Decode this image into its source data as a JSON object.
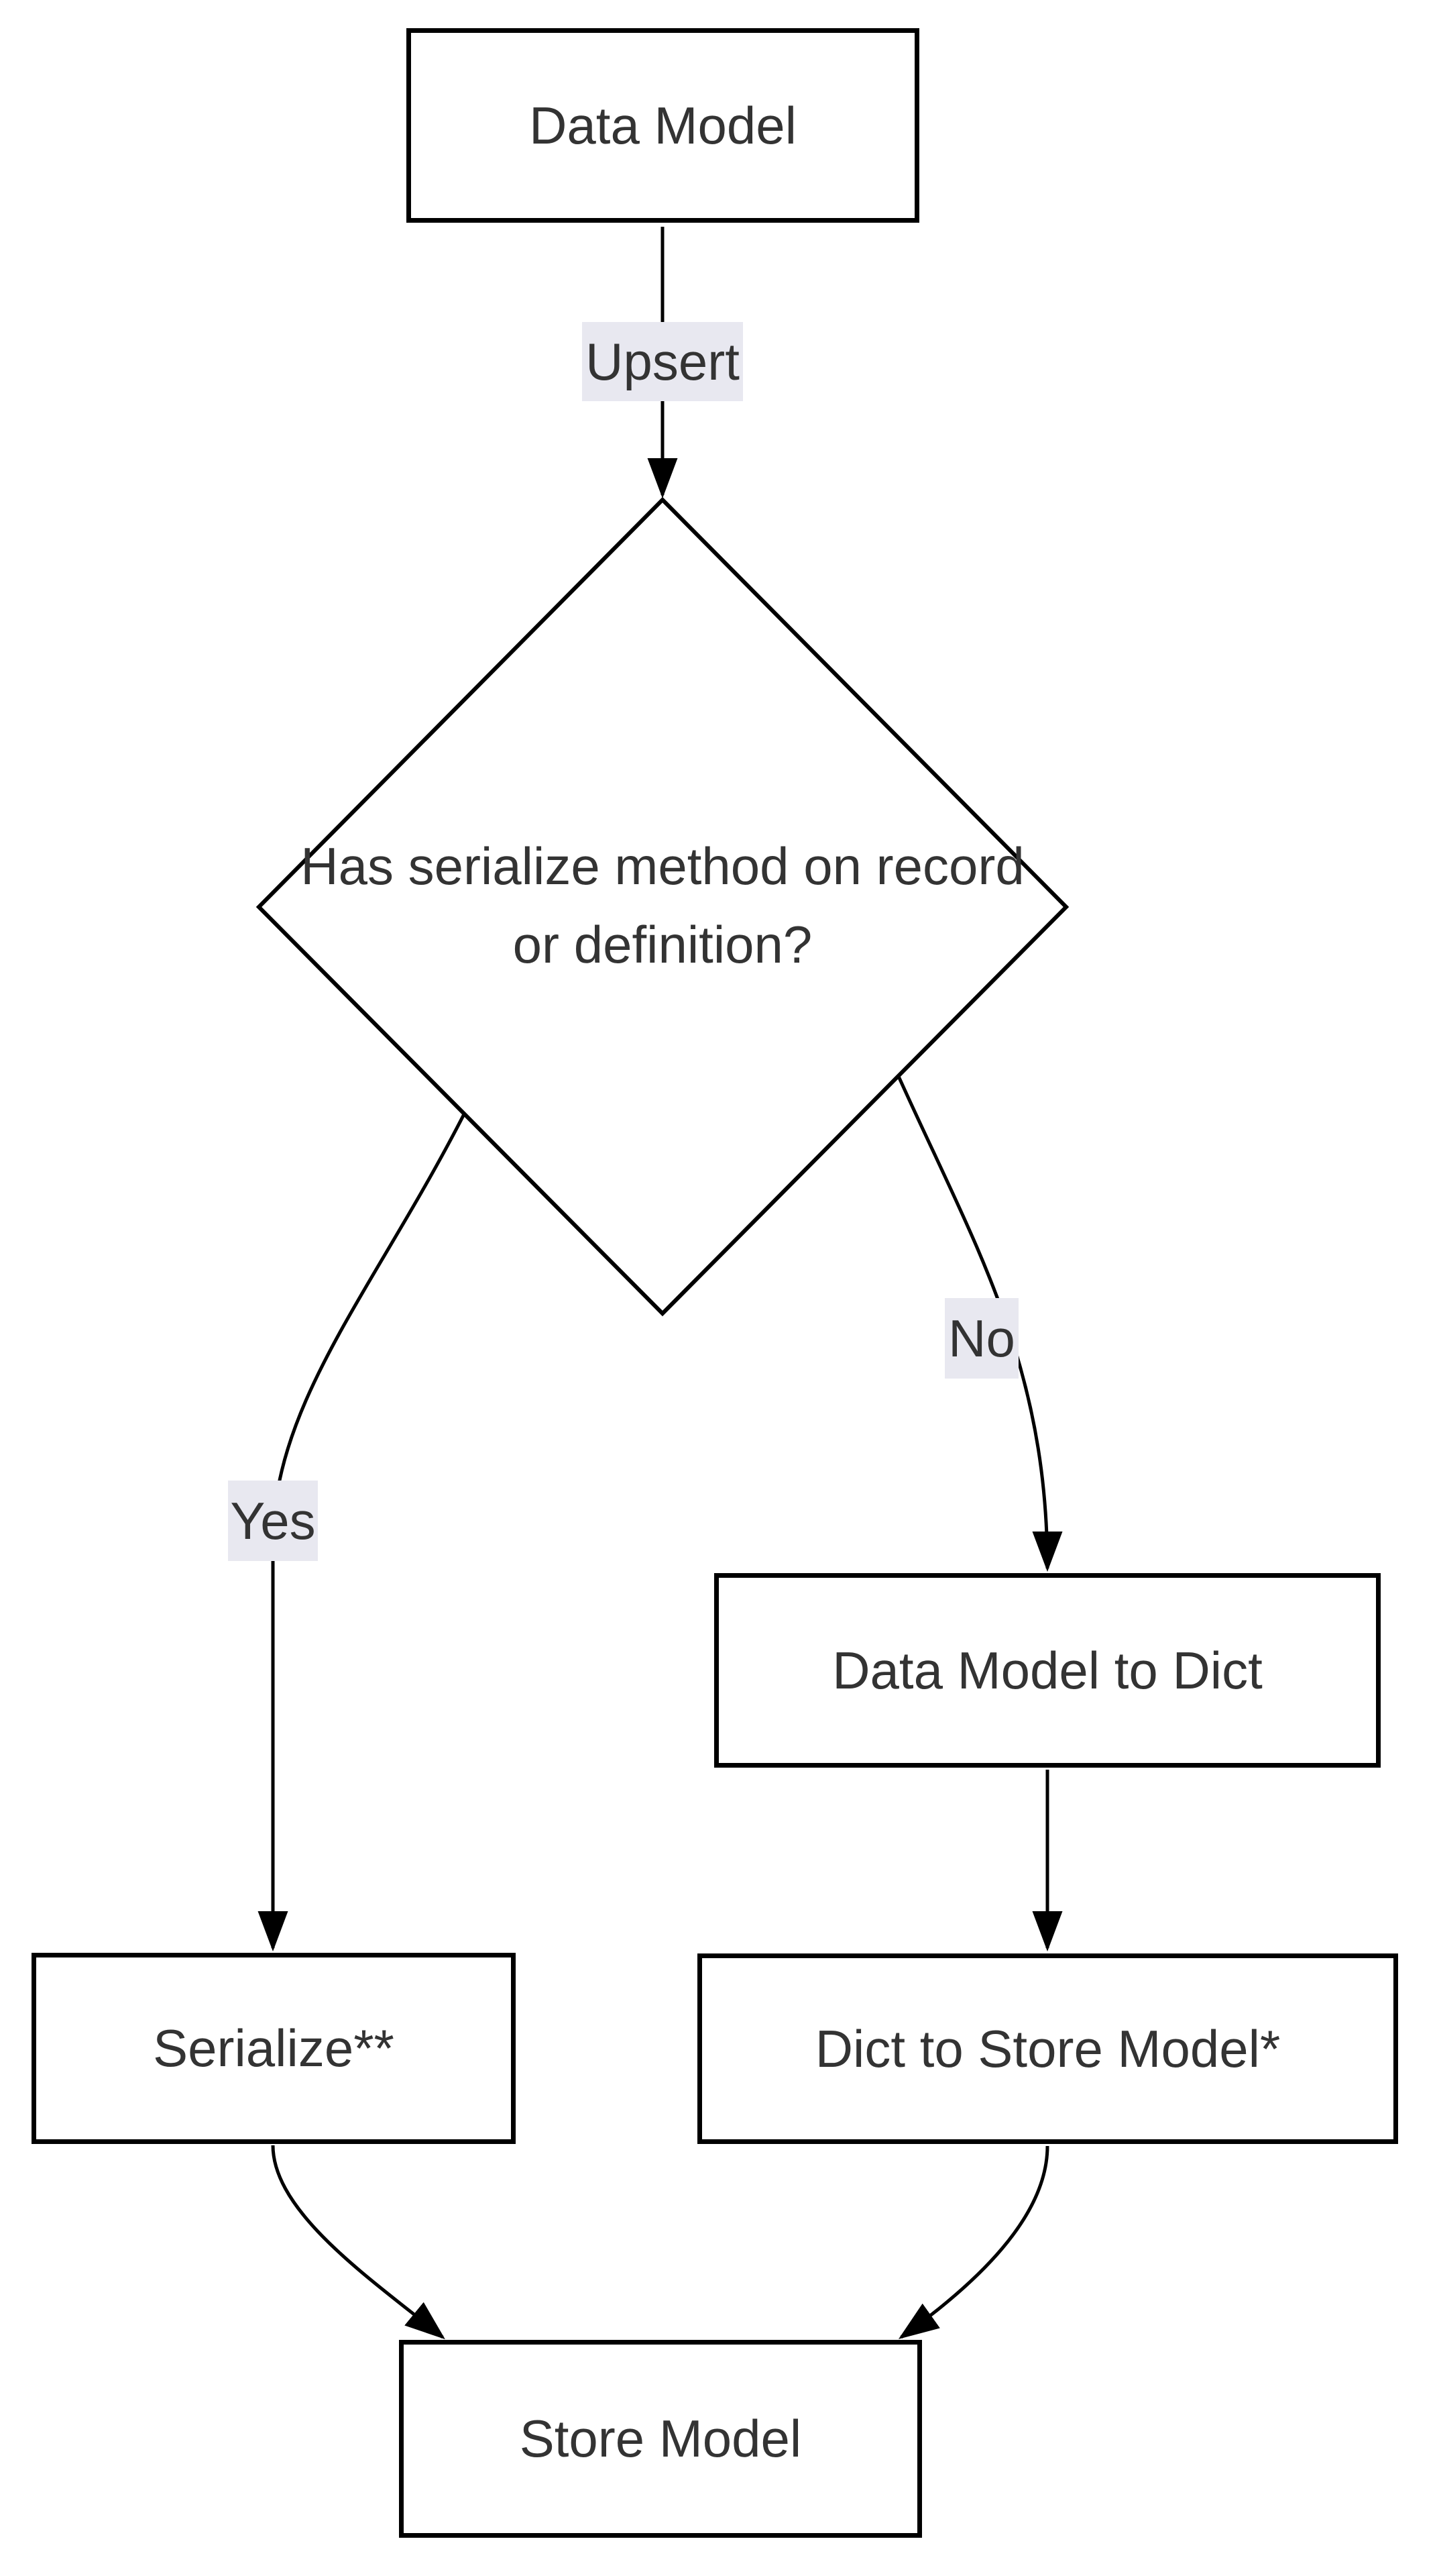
{
  "colors": {
    "edge": "#000000",
    "node_border": "#000000",
    "node_fill": "#ffffff",
    "text": "#333333",
    "label_bg": "#e8e8f0",
    "canvas_bg": "#ffffff"
  },
  "nodes": {
    "data_model": {
      "label": "Data Model"
    },
    "decision": {
      "label": "Has serialize method on record or definition?"
    },
    "serialize": {
      "label": "Serialize**"
    },
    "data_model_to_dict": {
      "label": "Data Model to Dict"
    },
    "dict_to_store_model": {
      "label": "Dict to Store Model*"
    },
    "store_model": {
      "label": "Store Model"
    }
  },
  "edge_labels": {
    "upsert": "Upsert",
    "yes": "Yes",
    "no": "No"
  }
}
